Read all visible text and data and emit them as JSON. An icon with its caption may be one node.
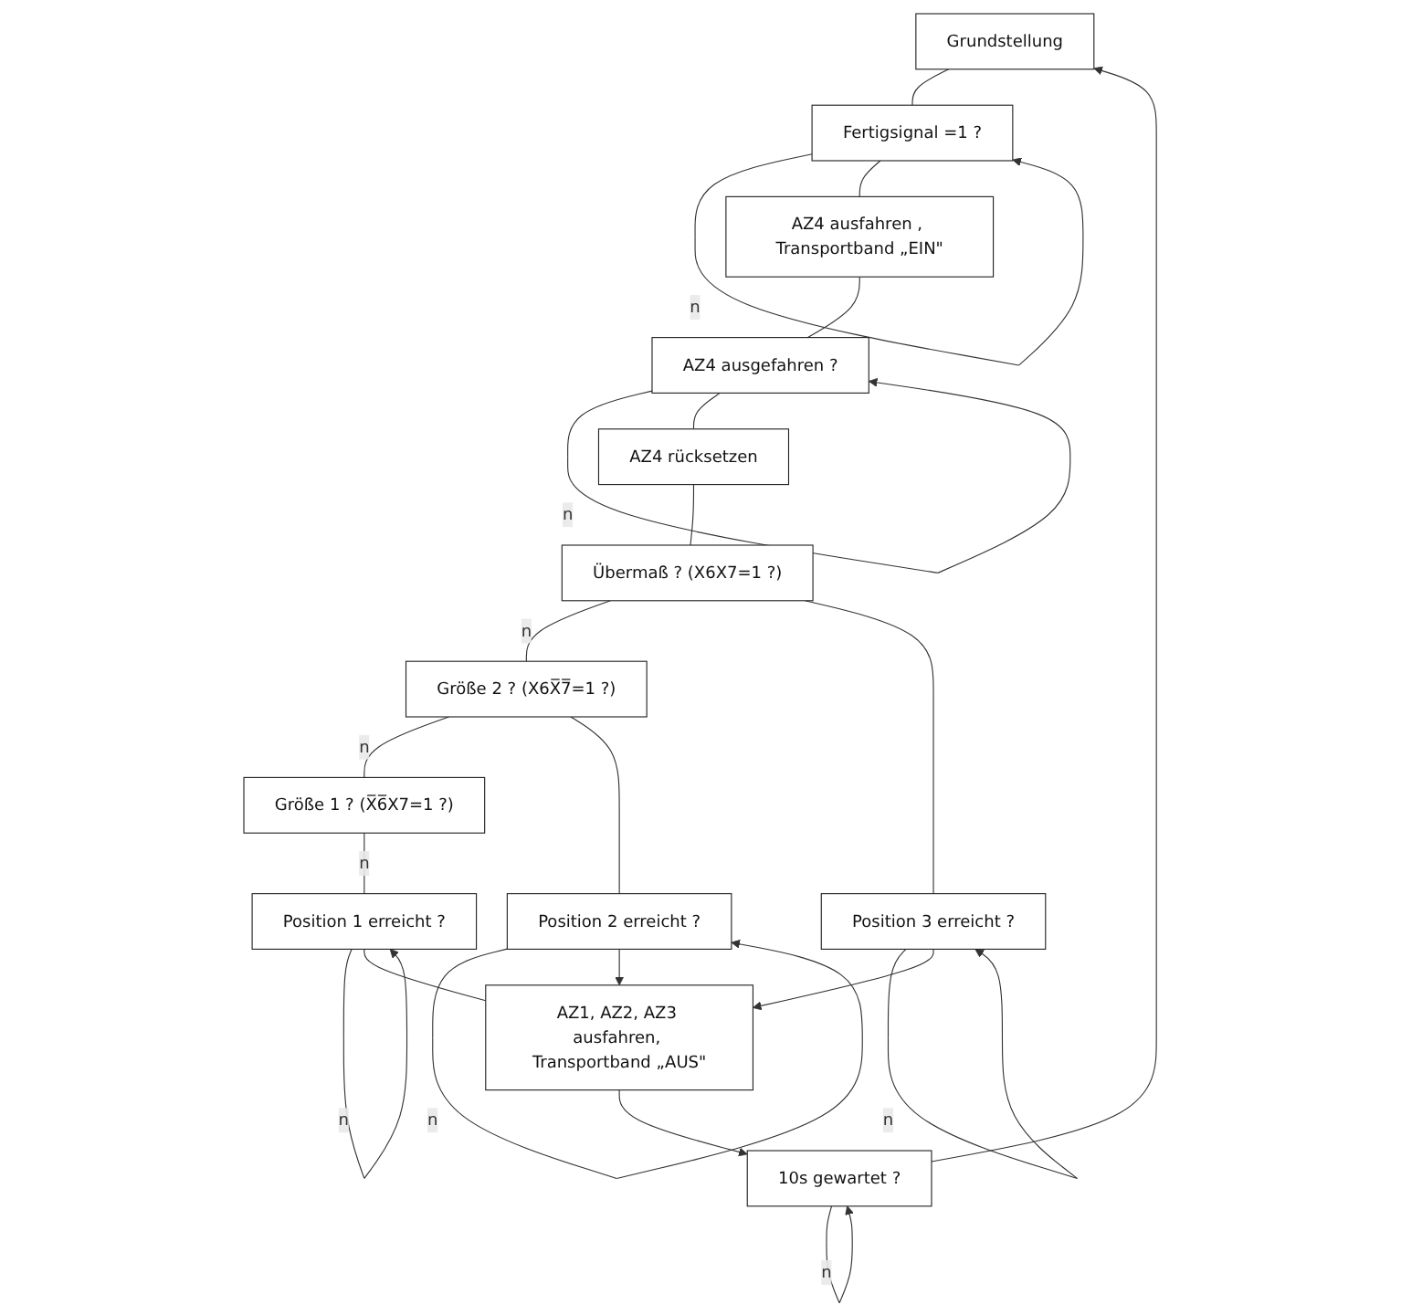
{
  "diagram": {
    "nodes": [
      {
        "text": [
          "Grundstellung"
        ]
      },
      {
        "text": [
          "Fertigsignal =1 ?"
        ]
      },
      {
        "text": [
          "AZ4 ausfahren , Transportband „EIN\""
        ]
      },
      {
        "text": [
          "AZ4 ausgefahren ?"
        ]
      },
      {
        "text": [
          "AZ4 rücksetzen"
        ]
      },
      {
        "text": [
          "Übermaß ? (X6X7=1 ?)"
        ]
      },
      {
        "text": [
          "Größe 2 ? (X6X̅7̅=1 ?)"
        ]
      },
      {
        "text": [
          "Größe 1 ? (X̅6̅X7=1 ?)"
        ]
      },
      {
        "text": [
          "Position 1 erreicht ?"
        ]
      },
      {
        "text": [
          "Position 2 erreicht ?"
        ]
      },
      {
        "text": [
          "Position 3 erreicht ?"
        ]
      },
      {
        "text": [
          "AZ1, AZ2, AZ3 ausfahren, Transportband „AUS\""
        ]
      },
      {
        "text": [
          "10s gewartet ?"
        ]
      }
    ],
    "edges": [
      {
        "from": 0,
        "to": 1,
        "arrow": "none"
      },
      {
        "from": 1,
        "to": 1,
        "arrow": "to",
        "label": "n"
      },
      {
        "from": 1,
        "to": 2,
        "arrow": "none"
      },
      {
        "from": 2,
        "to": 3,
        "arrow": "none"
      },
      {
        "from": 3,
        "to": 3,
        "arrow": "to",
        "label": "n"
      },
      {
        "from": 3,
        "to": 4,
        "arrow": "none"
      },
      {
        "from": 4,
        "to": 5,
        "arrow": "none"
      },
      {
        "from": 5,
        "to": 6,
        "arrow": "none",
        "label": "n"
      },
      {
        "from": 5,
        "to": 10,
        "arrow": "none"
      },
      {
        "from": 6,
        "to": 7,
        "arrow": "none",
        "label": "n"
      },
      {
        "from": 6,
        "to": 9,
        "arrow": "none"
      },
      {
        "from": 7,
        "to": 8,
        "arrow": "none",
        "label": "n"
      },
      {
        "from": 8,
        "to": 8,
        "arrow": "to",
        "label": "n"
      },
      {
        "from": 9,
        "to": 9,
        "arrow": "to",
        "label": "n"
      },
      {
        "from": 10,
        "to": 10,
        "arrow": "to",
        "label": "n"
      },
      {
        "from": 8,
        "to": 11,
        "arrow": "none"
      },
      {
        "from": 9,
        "to": 11,
        "arrow": "to"
      },
      {
        "from": 10,
        "to": 11,
        "arrow": "to"
      },
      {
        "from": 11,
        "to": 12,
        "arrow": "to"
      },
      {
        "from": 12,
        "to": 12,
        "arrow": "to",
        "label": "n"
      },
      {
        "from": 12,
        "to": 0,
        "arrow": "to"
      }
    ]
  }
}
